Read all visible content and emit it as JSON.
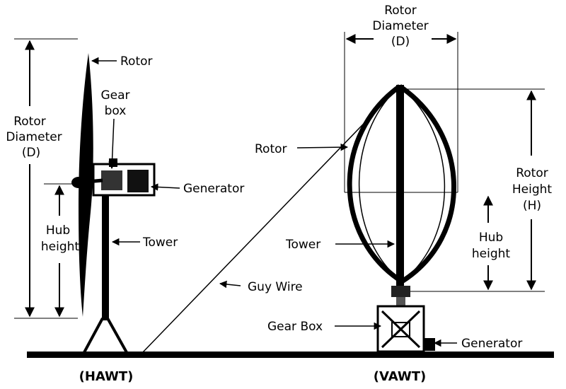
{
  "hawt": {
    "caption": "(HAWT)",
    "rotor": "Rotor",
    "gear_box_line1": "Gear",
    "gear_box_line2": "box",
    "generator": "Generator",
    "tower": "Tower",
    "rotor_diameter_line1": "Rotor",
    "rotor_diameter_line2": "Diameter",
    "rotor_diameter_line3": "(D)",
    "hub_height_line1": "Hub",
    "hub_height_line2": "height"
  },
  "guy_wire": "Guy Wire",
  "vawt": {
    "caption": "(VAWT)",
    "rotor_diameter_line1": "Rotor",
    "rotor_diameter_line2": "Diameter",
    "rotor_diameter_line3": "(D)",
    "rotor": "Rotor",
    "tower": "Tower",
    "rotor_height_line1": "Rotor",
    "rotor_height_line2": "Height",
    "rotor_height_line3": "(H)",
    "hub_height_line1": "Hub",
    "hub_height_line2": "height",
    "gear_box": "Gear Box",
    "generator": "Generator"
  }
}
